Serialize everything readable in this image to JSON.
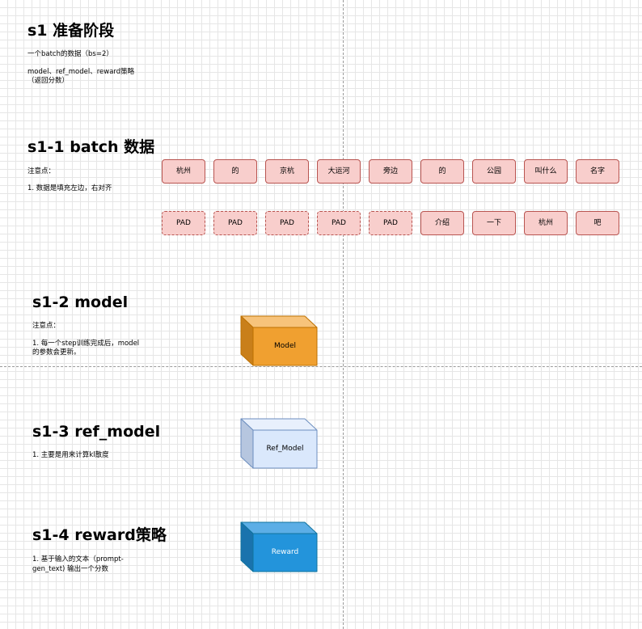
{
  "s1": {
    "title": "s1 准备阶段",
    "line1": "一个batch的数据（bs=2）",
    "line2a": "model、ref_model、reward策略",
    "line2b": "（返回分数）"
  },
  "s1_1": {
    "title": "s1-1 batch 数据",
    "note_title": "注意点：",
    "note_1": "1. 数据是填充左边，右对齐",
    "row1": [
      "杭州",
      "的",
      "京杭",
      "大运河",
      "旁边",
      "的",
      "公园",
      "叫什么",
      "名字"
    ],
    "row2": [
      "PAD",
      "PAD",
      "PAD",
      "PAD",
      "PAD",
      "介绍",
      "一下",
      "杭州",
      "吧"
    ],
    "row2_padding": [
      true,
      true,
      true,
      true,
      true,
      false,
      false,
      false,
      false
    ]
  },
  "s1_2": {
    "title": "s1-2 model",
    "note_title": "注意点：",
    "note_1a": "1. 每一个step训练完成后，model",
    "note_1b": "的参数会更新。",
    "cube": {
      "label": "Model",
      "front": "#f0a030",
      "top": "#f7c37b",
      "side": "#c97f1a",
      "stroke": "#bd7000",
      "text": "#000000"
    }
  },
  "s1_3": {
    "title": "s1-3 ref_model",
    "note_1": "1. 主要是用来计算kl散度",
    "cube": {
      "label": "Ref_Model",
      "front": "#dae8fc",
      "top": "#e8f0fc",
      "side": "#b6c6df",
      "stroke": "#6c8ebf",
      "text": "#000000"
    }
  },
  "s1_4": {
    "title": "s1-4 reward策略",
    "note_1a": "1. 基于输入的文本（prompt-",
    "note_1b": "gen_text) 输出一个分数",
    "cube": {
      "label": "Reward",
      "front": "#2394db",
      "top": "#5caee6",
      "side": "#1a73ad",
      "stroke": "#10739e",
      "text": "#ffffff"
    }
  }
}
